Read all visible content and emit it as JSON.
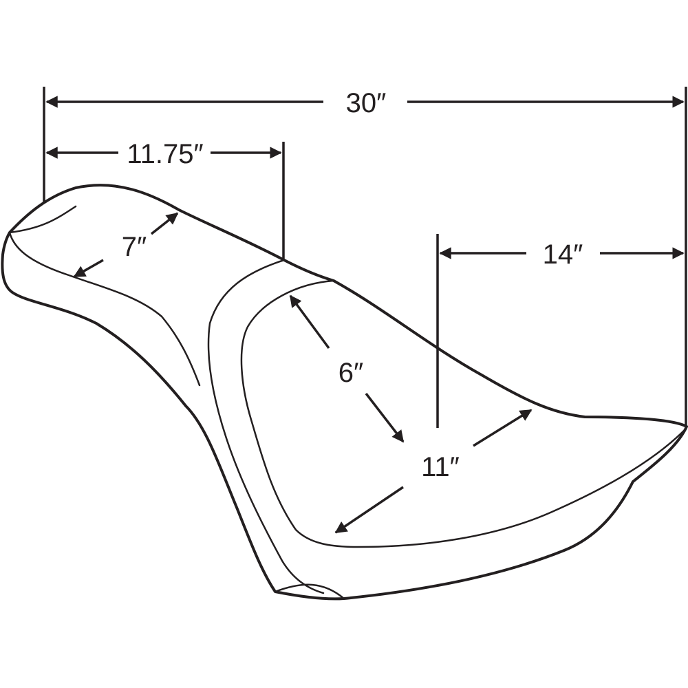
{
  "dimensions": {
    "overall_length": "30″",
    "rear_length": "11.75″",
    "front_length": "14″",
    "rear_width": "7″",
    "front_width": "6″",
    "front_seat_depth": "11″"
  },
  "colors": {
    "line": "#231f20",
    "background": "#ffffff"
  }
}
